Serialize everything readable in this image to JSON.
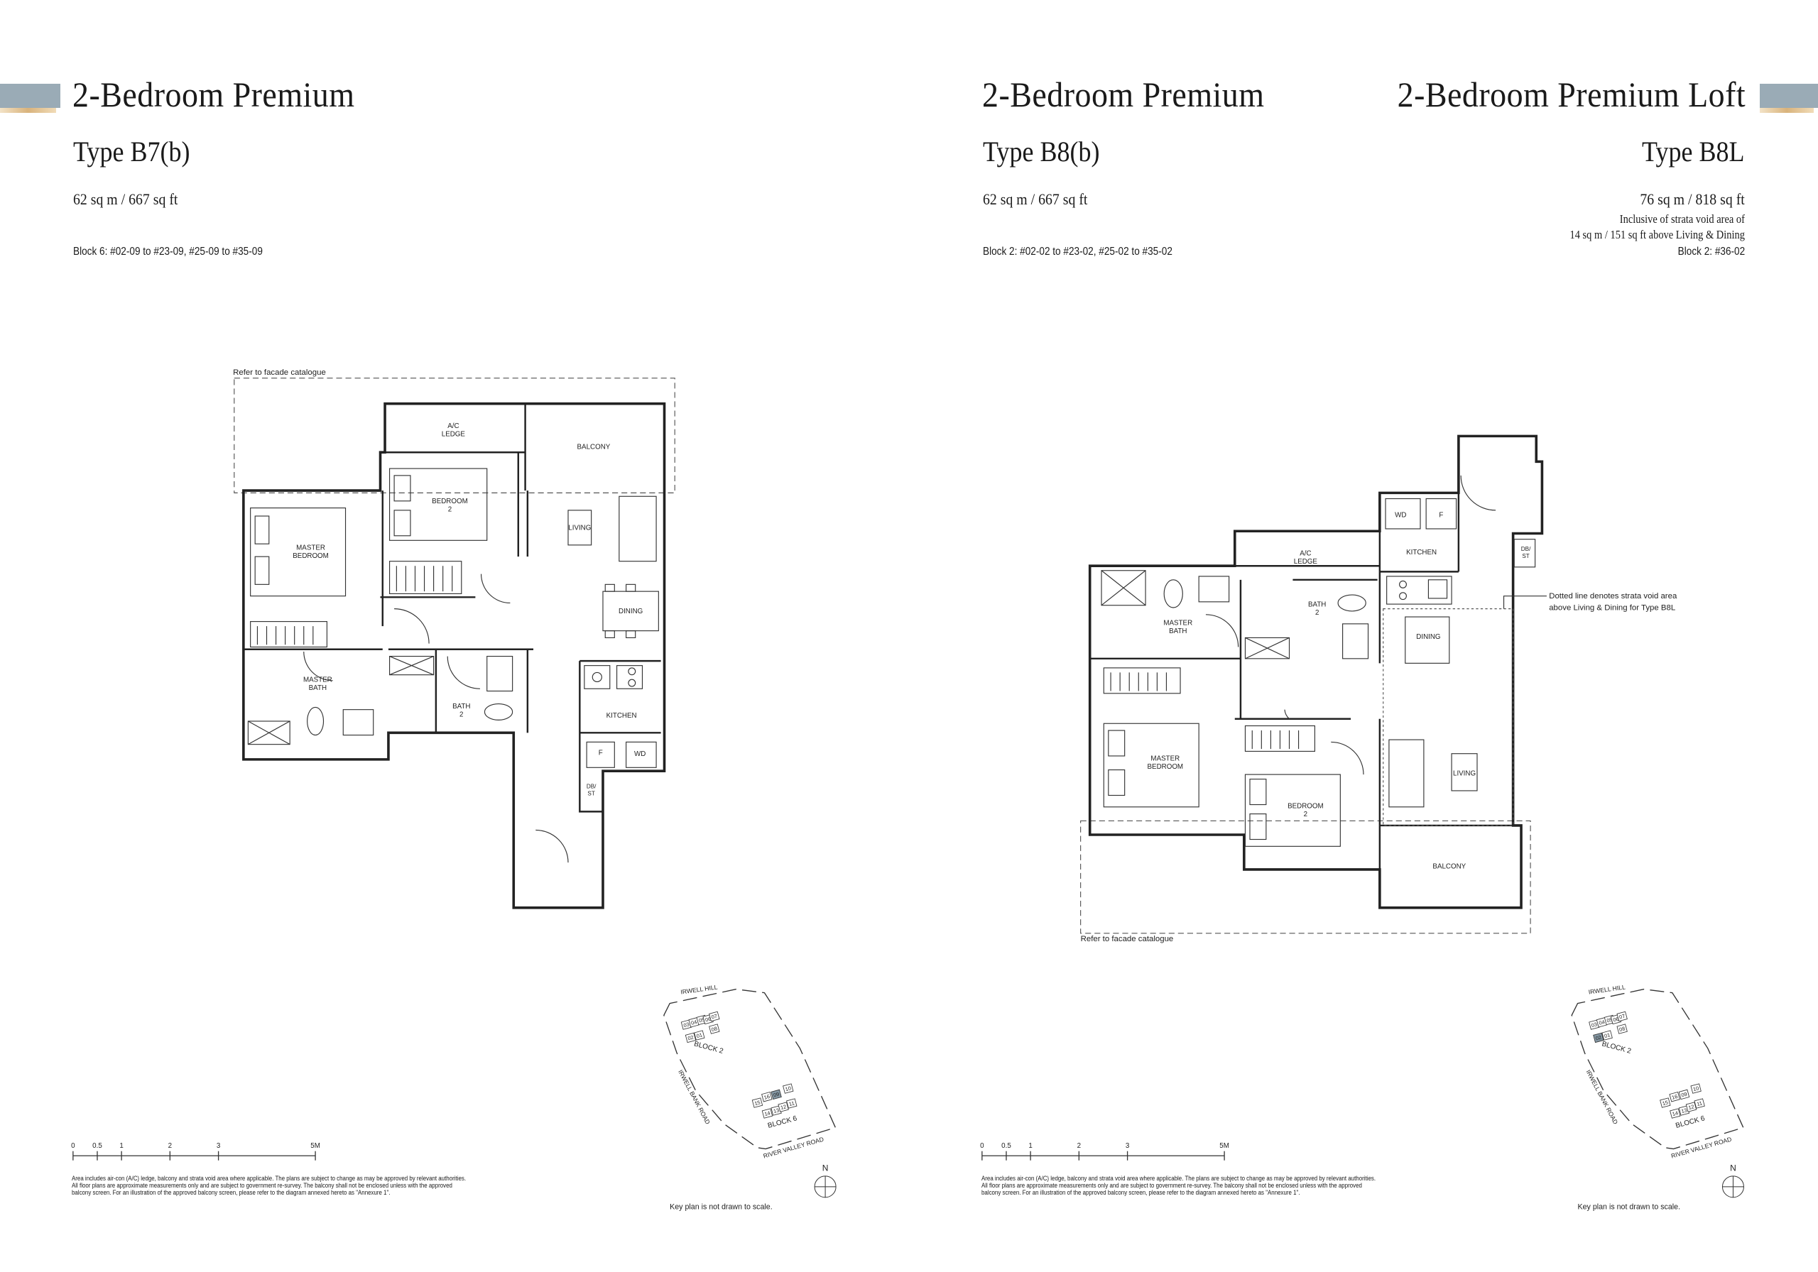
{
  "brand_colors": {
    "tab_blue": "#9aabb6",
    "tab_gold": "#d9b37c"
  },
  "left": {
    "title": "2-Bedroom Premium",
    "type": "Type B7(b)",
    "area": "62 sq m / 667 sq ft",
    "blocks": "Block 6: #02-09 to #23-09, #25-09 to #35-09",
    "facade_note": "Refer to facade catalogue",
    "rooms": {
      "ac_ledge": [
        "A/C",
        "LEDGE"
      ],
      "balcony": "BALCONY",
      "bedroom2": [
        "BEDROOM",
        "2"
      ],
      "master_bedroom": [
        "MASTER",
        "BEDROOM"
      ],
      "living": "LIVING",
      "dining": "DINING",
      "master_bath": [
        "MASTER",
        "BATH"
      ],
      "bath2": [
        "BATH",
        "2"
      ],
      "kitchen": "KITCHEN",
      "fridge": "F",
      "washer_dryer": "WD",
      "dbst": [
        "DB/",
        "ST"
      ]
    },
    "keyplan_highlight": "09"
  },
  "right": {
    "title": "2-Bedroom Premium",
    "type": "Type B8(b)",
    "area": "62 sq m / 667 sq ft",
    "blocks": "Block 2: #02-02 to #23-02, #25-02 to #35-02",
    "loft_title": "2-Bedroom Premium Loft",
    "loft_type": "Type B8L",
    "loft_area": "76 sq m / 818 sq ft",
    "loft_note": [
      "Inclusive of strata void area of",
      "14 sq m / 151 sq ft above Living & Dining"
    ],
    "loft_blocks": "Block 2: #36-02",
    "facade_note": "Refer to facade catalogue",
    "void_note": [
      "Dotted line denotes strata void area",
      "above Living & Dining for Type B8L"
    ],
    "rooms": {
      "washer_dryer": "WD",
      "fridge": "F",
      "kitchen": "KITCHEN",
      "ac_ledge": [
        "A/C",
        "LEDGE"
      ],
      "dbst": [
        "DB/",
        "ST"
      ],
      "bath2": [
        "BATH",
        "2"
      ],
      "master_bath": [
        "MASTER",
        "BATH"
      ],
      "dining": "DINING",
      "living": "LIVING",
      "master_bedroom": [
        "MASTER",
        "BEDROOM"
      ],
      "bedroom2": [
        "BEDROOM",
        "2"
      ],
      "balcony": "BALCONY"
    },
    "keyplan_highlight": "02"
  },
  "scale_bar": {
    "ticks": [
      "0",
      "0.5",
      "1",
      "2",
      "3",
      "5M"
    ],
    "values": [
      0,
      0.5,
      1,
      2,
      3,
      5
    ]
  },
  "footnote": [
    "Area includes air-con (A/C) ledge, balcony and strata void area where applicable. The plans are subject to change as may be approved by relevant authorities.",
    "All floor plans are approximate measurements only and are subject to government re-survey. The balcony shall not be enclosed unless with the approved",
    "balcony screen. For an illustration of the approved balcony screen, please refer to the diagram annexed hereto as \"Annexure 1\"."
  ],
  "keyplan": {
    "roads": {
      "north": "IRWELL HILL",
      "west": "IRWELL BANK ROAD",
      "south": "RIVER VALLEY ROAD"
    },
    "block2_label": "BLOCK 2",
    "block6_label": "BLOCK 6",
    "block2_units": [
      "03",
      "04",
      "05",
      "06",
      "07",
      "08",
      "02",
      "01"
    ],
    "block6_units": [
      "10",
      "09",
      "16",
      "15",
      "14",
      "13",
      "12",
      "11"
    ],
    "north": "N",
    "not_to_scale": "Key plan is not drawn to scale.",
    "highlight_color": "#8597a3"
  }
}
